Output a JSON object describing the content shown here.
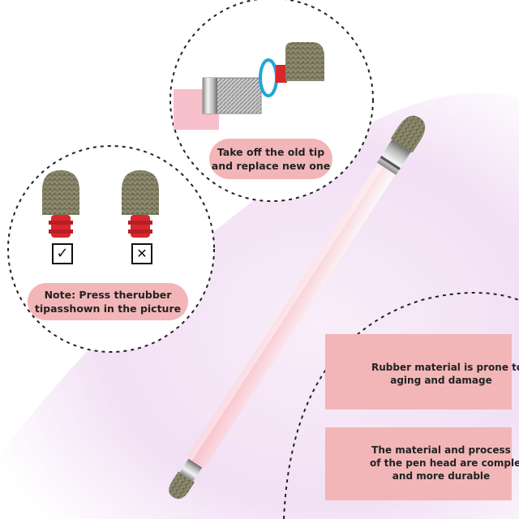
{
  "callouts": {
    "replace_tip": {
      "line1": "Take off the old tip",
      "line2": "and replace new one"
    },
    "note": {
      "line1": "Note: Press therubber",
      "line2": "tipasshown in the picture"
    }
  },
  "cards": {
    "rubber": {
      "line1": "Rubber material is prone to",
      "line2": "aging and damage"
    },
    "fiber": {
      "line1": "The material and process",
      "line2": "of the pen head are complex",
      "line3": "and more durable"
    }
  },
  "marks": {
    "correct": "✓",
    "wrong": "✕"
  },
  "colors": {
    "pink": "#f2b6b8",
    "pen_pink": "#f7c2cc",
    "tip_olive": "#7b7a5f",
    "rubber_red": "#d9262b",
    "background_glow": "#f3e3f6"
  }
}
